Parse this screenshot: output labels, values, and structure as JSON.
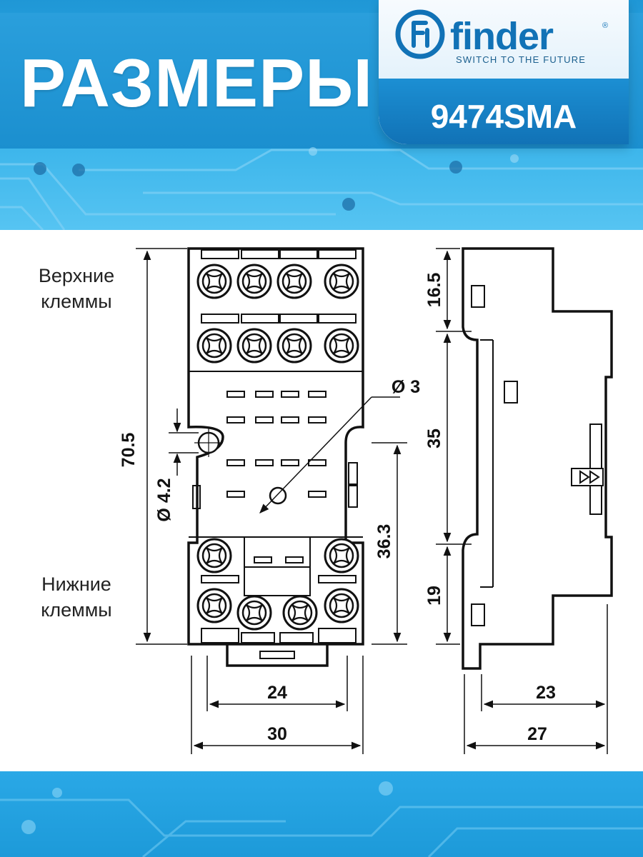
{
  "header": {
    "title": "РАЗМЕРЫ",
    "brand": "finder",
    "registered_mark": "®",
    "slogan": "SWITCH TO THE FUTURE",
    "model": "9474SMA"
  },
  "labels": {
    "upper_line1": "Верхние",
    "upper_line2": "клеммы",
    "lower_line1": "Нижние",
    "lower_line2": "клеммы"
  },
  "dimensions": {
    "total_height": "70.5",
    "mount_hole": "Ø 4.2",
    "hole_spacing": "Ø 3",
    "hole_to_bottom": "36.3",
    "inner_width": "24",
    "outer_width": "30",
    "side_top": "16.5",
    "side_middle": "35",
    "side_bottom": "19",
    "side_inner_depth": "23",
    "side_total_depth": "27"
  },
  "colors": {
    "banner_blue": "#1f97d6",
    "logo_blue": "#1172b6",
    "line": "#111111"
  }
}
